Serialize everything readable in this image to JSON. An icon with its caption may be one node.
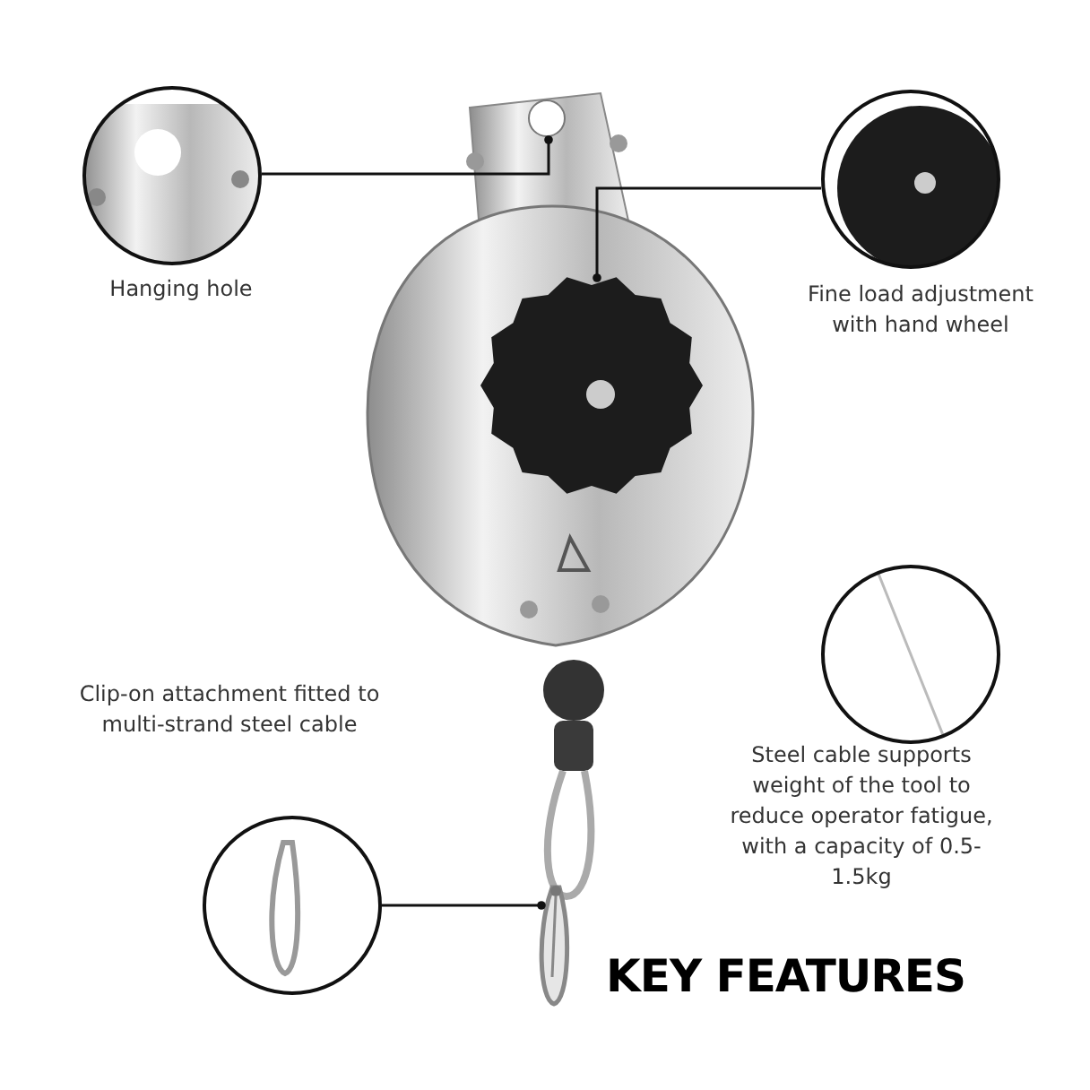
{
  "diagram": {
    "title": "KEY FEATURES",
    "nodes": [
      {
        "text": [
          "Hanging hole"
        ]
      },
      {
        "text": [
          "Fine load adjustment with hand wheel"
        ]
      },
      {
        "text": [
          "Steel cable supports weight of the tool to reduce operator fatigue, with a capacity of 0.5-1.5kg"
        ]
      },
      {
        "text": [
          "Clip-on attachment fitted to multi-strand steel cable"
        ]
      },
      {
        "text": [],
        "shape": "circle"
      },
      {
        "text": [],
        "shape": "picture"
      },
      {
        "text": [],
        "shape": "picture"
      }
    ],
    "edges": [
      {
        "from": 0,
        "to": 4,
        "arrow": "other"
      },
      {
        "from": 1,
        "to": 5,
        "arrow": "other"
      },
      {
        "from": 3,
        "to": 6,
        "arrow": "other"
      }
    ]
  }
}
